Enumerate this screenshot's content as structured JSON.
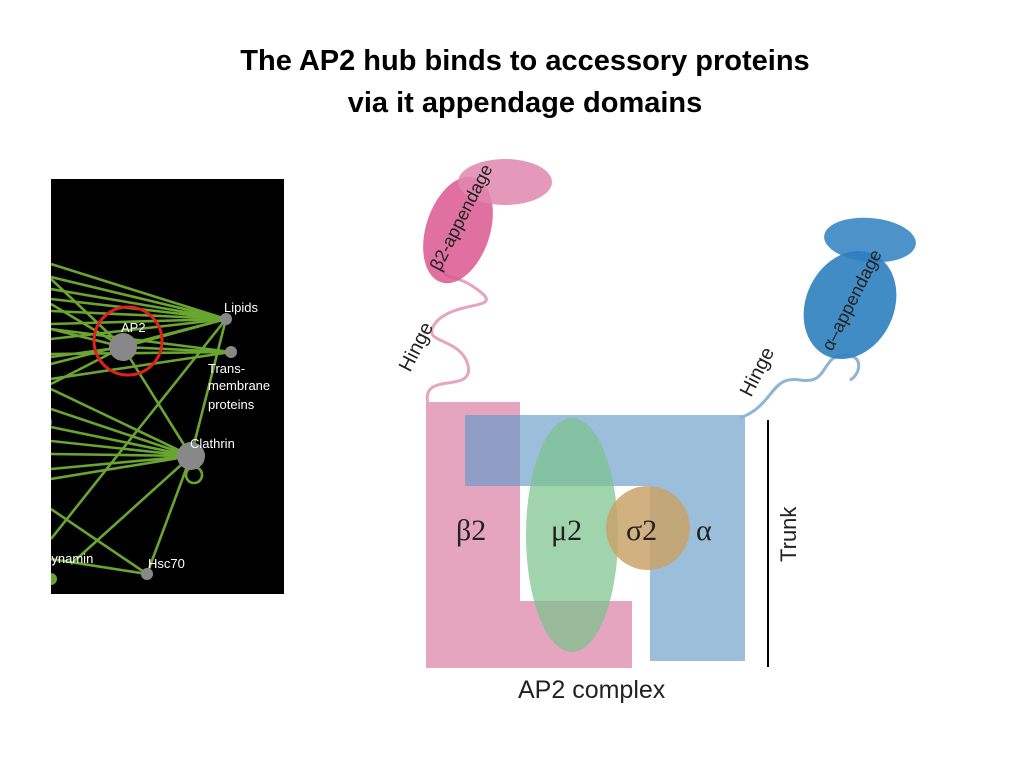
{
  "title": {
    "line1": "The AP2 hub binds to accessory proteins",
    "line2": "via it appendage domains"
  },
  "network": {
    "nodes": {
      "ap2": "AP2",
      "lipids": "Lipids",
      "trans_line1": "Trans-",
      "trans_line2": "membrane",
      "trans_line3": "proteins",
      "clathrin": "Clathrin",
      "dynamin": "Dynamin",
      "hsc70": "Hsc70",
      "partial_left": "n"
    },
    "colors": {
      "edge": "#6aa431",
      "highlight": "#e0201a",
      "node": "#888888"
    }
  },
  "diagram": {
    "beta2_appendage": "β2-appendage",
    "alpha_appendage": "α–appendage",
    "hinge_left": "Hinge",
    "hinge_right": "Hinge",
    "beta2": "β2",
    "mu2": "μ2",
    "sigma2": "σ2",
    "alpha": "α",
    "trunk": "Trunk",
    "complex_label": "AP2 complex",
    "colors": {
      "beta2": "#e6a5bf",
      "alpha": "#8db5d6",
      "mu2": "#7cc48d",
      "sigma2": "#c8a369",
      "beta_app": "#d9578e",
      "alpha_app": "#2e7fc0"
    }
  }
}
